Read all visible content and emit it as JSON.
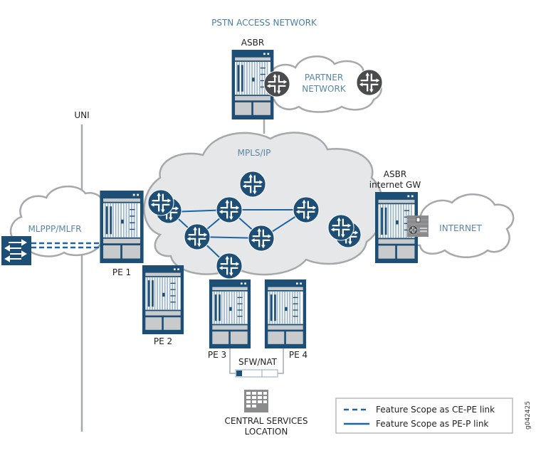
{
  "title": "PSTN ACCESS NETWORK",
  "labels": {
    "uni": "UNI",
    "asbr_top": "ASBR",
    "partner_network_line1": "PARTNER",
    "partner_network_line2": "NETWORK",
    "mpls_ip": "MPLS/IP",
    "asbr_gw_line1": "ASBR",
    "asbr_gw_line2": "internet GW",
    "internet": "INTERNET",
    "mlppp": "MLPPP/MLFR",
    "pe1": "PE 1",
    "pe2": "PE 2",
    "pe3": "PE 3",
    "pe4": "PE 4",
    "sfw_nat": "SFW/NAT",
    "central_line1": "CENTRAL SERVICES",
    "central_line2": "LOCATION"
  },
  "legend": {
    "items": [
      {
        "style": "dashed",
        "label": "Feature Scope as CE-PE link"
      },
      {
        "style": "solid",
        "label": "Feature Scope as PE-P link"
      }
    ]
  },
  "figure_id": "g042425",
  "colors": {
    "device_blue": "#1d4f76",
    "link_blue": "#1a65a8",
    "router_gray": "#4a4b4d",
    "cloud_gray": "#e6e7e8",
    "cloud_stroke": "#a6a8aa",
    "title_blue": "#4a7fa3"
  }
}
